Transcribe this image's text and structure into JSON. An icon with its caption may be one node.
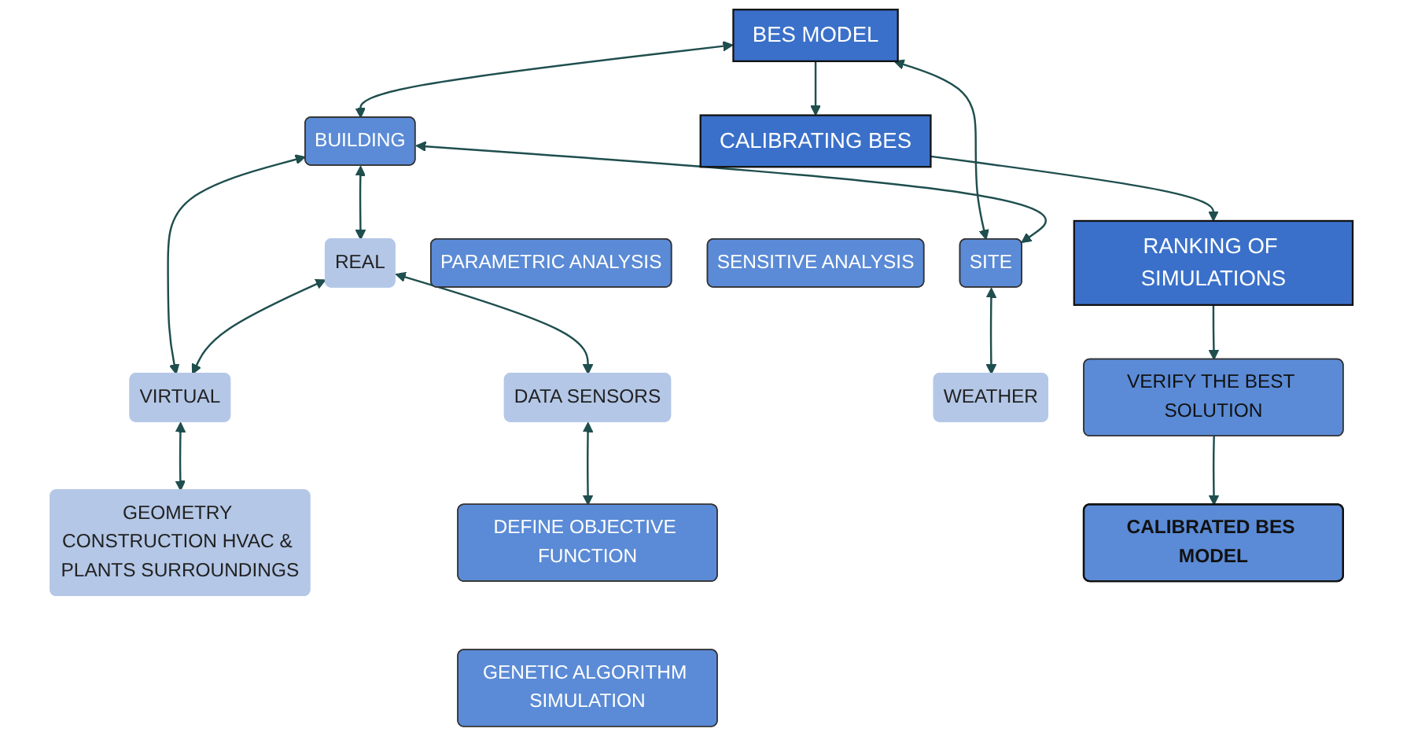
{
  "diagram": {
    "nodes": [
      {
        "text": [
          "BES MODEL"
        ]
      },
      {
        "text": [
          "BUILDING"
        ]
      },
      {
        "text": [
          "SITE"
        ]
      },
      {
        "text": [
          "REAL"
        ]
      },
      {
        "text": [
          "VIRTUAL"
        ]
      },
      {
        "text": [
          "DATA SENSORS"
        ]
      },
      {
        "text": [
          "GEOMETRY CONSTRUCTION HVAC & PLANTS SURROUNDINGS"
        ]
      },
      {
        "text": [
          "WEATHER"
        ]
      },
      {
        "text": [
          "CALIBRATING BES"
        ]
      },
      {
        "text": [
          "PARAMETRIC ANALYSIS"
        ]
      },
      {
        "text": [
          "SENSITIVE ANALYSIS"
        ]
      },
      {
        "text": [
          "DEFINE OBJECTIVE FUNCTION"
        ]
      },
      {
        "text": [
          "GENETIC ALGORITHM SIMULATION"
        ]
      },
      {
        "text": [
          "RANKING OF SIMULATIONS"
        ]
      },
      {
        "text": [
          "VERIFY THE BEST SOLUTION"
        ]
      },
      {
        "text": [
          "CALIBRATED BES MODEL"
        ]
      }
    ],
    "edges": [
      {
        "from": 0,
        "to": 1,
        "arrow": "both"
      },
      {
        "from": 0,
        "to": 2,
        "arrow": "both"
      },
      {
        "from": 1,
        "to": 2,
        "arrow": "both"
      },
      {
        "from": 1,
        "to": 3,
        "arrow": "both"
      },
      {
        "from": 1,
        "to": 4,
        "arrow": "both"
      },
      {
        "from": 3,
        "to": 4,
        "arrow": "both"
      },
      {
        "from": 3,
        "to": 5,
        "arrow": "both"
      },
      {
        "from": 4,
        "to": 6,
        "arrow": "both"
      },
      {
        "from": 2,
        "to": 7,
        "arrow": "both"
      },
      {
        "from": 0,
        "to": 8,
        "arrow": "to"
      },
      {
        "from": 8,
        "to": 13,
        "arrow": "to"
      },
      {
        "from": 5,
        "to": 11,
        "arrow": "both"
      },
      {
        "from": 13,
        "to": 14,
        "arrow": "to"
      },
      {
        "from": 14,
        "to": 15,
        "arrow": "to"
      }
    ]
  }
}
